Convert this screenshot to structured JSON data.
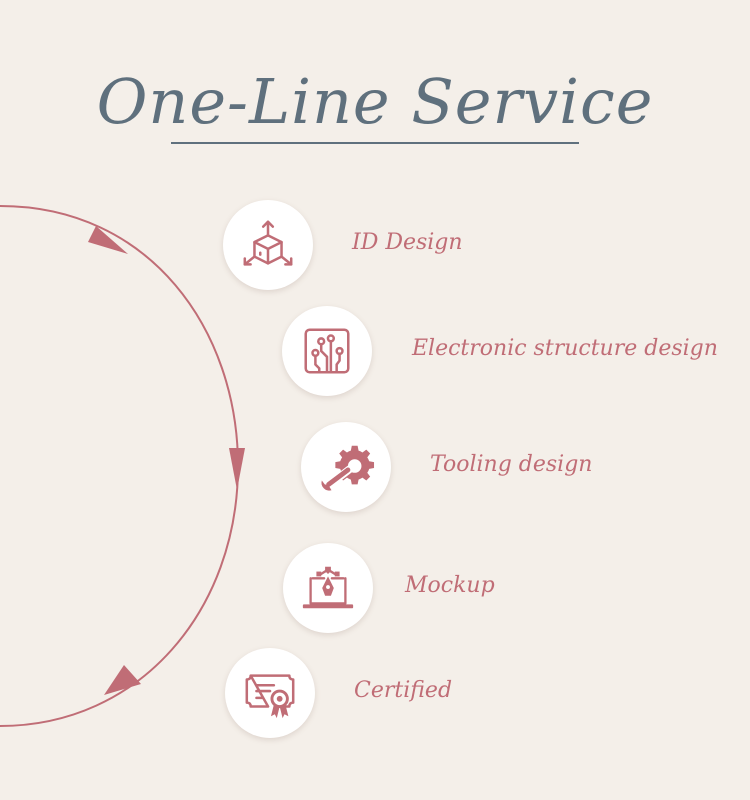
{
  "title": "One-Line Service",
  "accent_color": "#c06d76",
  "title_color": "#5f707d",
  "services": [
    {
      "label": "ID Design",
      "icon": "3d-cube-arrows-icon"
    },
    {
      "label": "Electronic structure design",
      "icon": "circuit-board-icon"
    },
    {
      "label": "Tooling design",
      "icon": "gear-wrench-icon"
    },
    {
      "label": "Mockup",
      "icon": "laptop-pen-tool-icon"
    },
    {
      "label": "Certified",
      "icon": "certificate-icon"
    }
  ]
}
